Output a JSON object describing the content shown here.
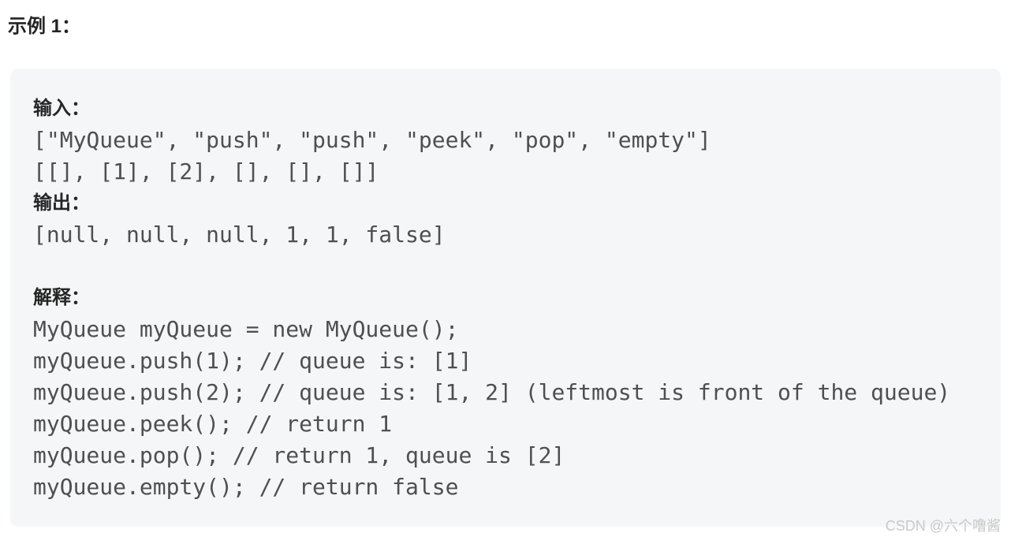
{
  "page": {
    "title": "示例 1："
  },
  "example_block": {
    "lines": [
      {
        "type": "label",
        "text": "输入："
      },
      {
        "type": "code",
        "text": "[\"MyQueue\", \"push\", \"push\", \"peek\", \"pop\", \"empty\"]"
      },
      {
        "type": "code",
        "text": "[[], [1], [2], [], [], []]"
      },
      {
        "type": "label",
        "text": "输出："
      },
      {
        "type": "code",
        "text": "[null, null, null, 1, 1, false]"
      },
      {
        "type": "code",
        "text": ""
      },
      {
        "type": "label",
        "text": "解释："
      },
      {
        "type": "code",
        "text": "MyQueue myQueue = new MyQueue();"
      },
      {
        "type": "code",
        "text": "myQueue.push(1); // queue is: [1]"
      },
      {
        "type": "code",
        "text": "myQueue.push(2); // queue is: [1, 2] (leftmost is front of the queue)"
      },
      {
        "type": "code",
        "text": "myQueue.peek(); // return 1"
      },
      {
        "type": "code",
        "text": "myQueue.pop(); // return 1, queue is [2]"
      },
      {
        "type": "code",
        "text": "myQueue.empty(); // return false"
      }
    ]
  },
  "watermark": {
    "text": "CSDN @六个噜酱"
  },
  "colors": {
    "page_bg": "#ffffff",
    "block_bg": "#f5f6f7",
    "code_text": "#4f4f4f",
    "label_text": "#262626",
    "title_text": "#232323",
    "watermark_text": "#c9c9c9"
  }
}
